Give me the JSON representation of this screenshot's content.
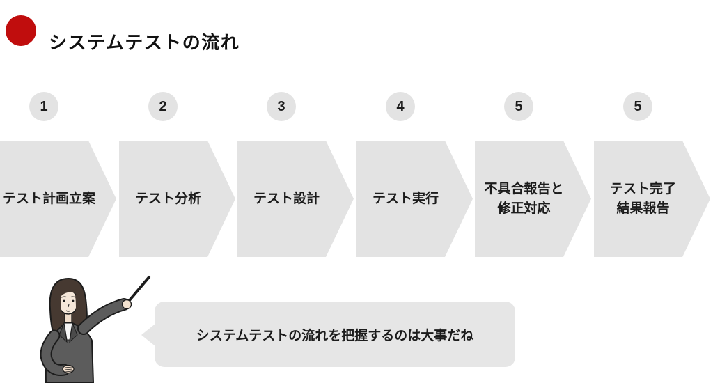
{
  "title": "システムテストの流れ",
  "steps": [
    {
      "number": "1",
      "label": "テスト計画立案"
    },
    {
      "number": "2",
      "label": "テスト分析"
    },
    {
      "number": "3",
      "label": "テスト設計"
    },
    {
      "number": "4",
      "label": "テスト実行"
    },
    {
      "number": "5",
      "label": "不具合報告と\n修正対応"
    },
    {
      "number": "5",
      "label": "テスト完了\n結果報告"
    }
  ],
  "speech_bubble": {
    "text": "システムテストの流れを把握するのは大事だね"
  },
  "icons": {
    "title_bullet": "red-dot-bullet",
    "character": "businesswoman-with-pointer-illustration"
  },
  "colors": {
    "accent_red": "#c00d0d",
    "shape_gray": "#e3e3e3",
    "bubble_gray": "#e6e6e6",
    "text": "#1c1c1c",
    "background": "#ffffff"
  }
}
